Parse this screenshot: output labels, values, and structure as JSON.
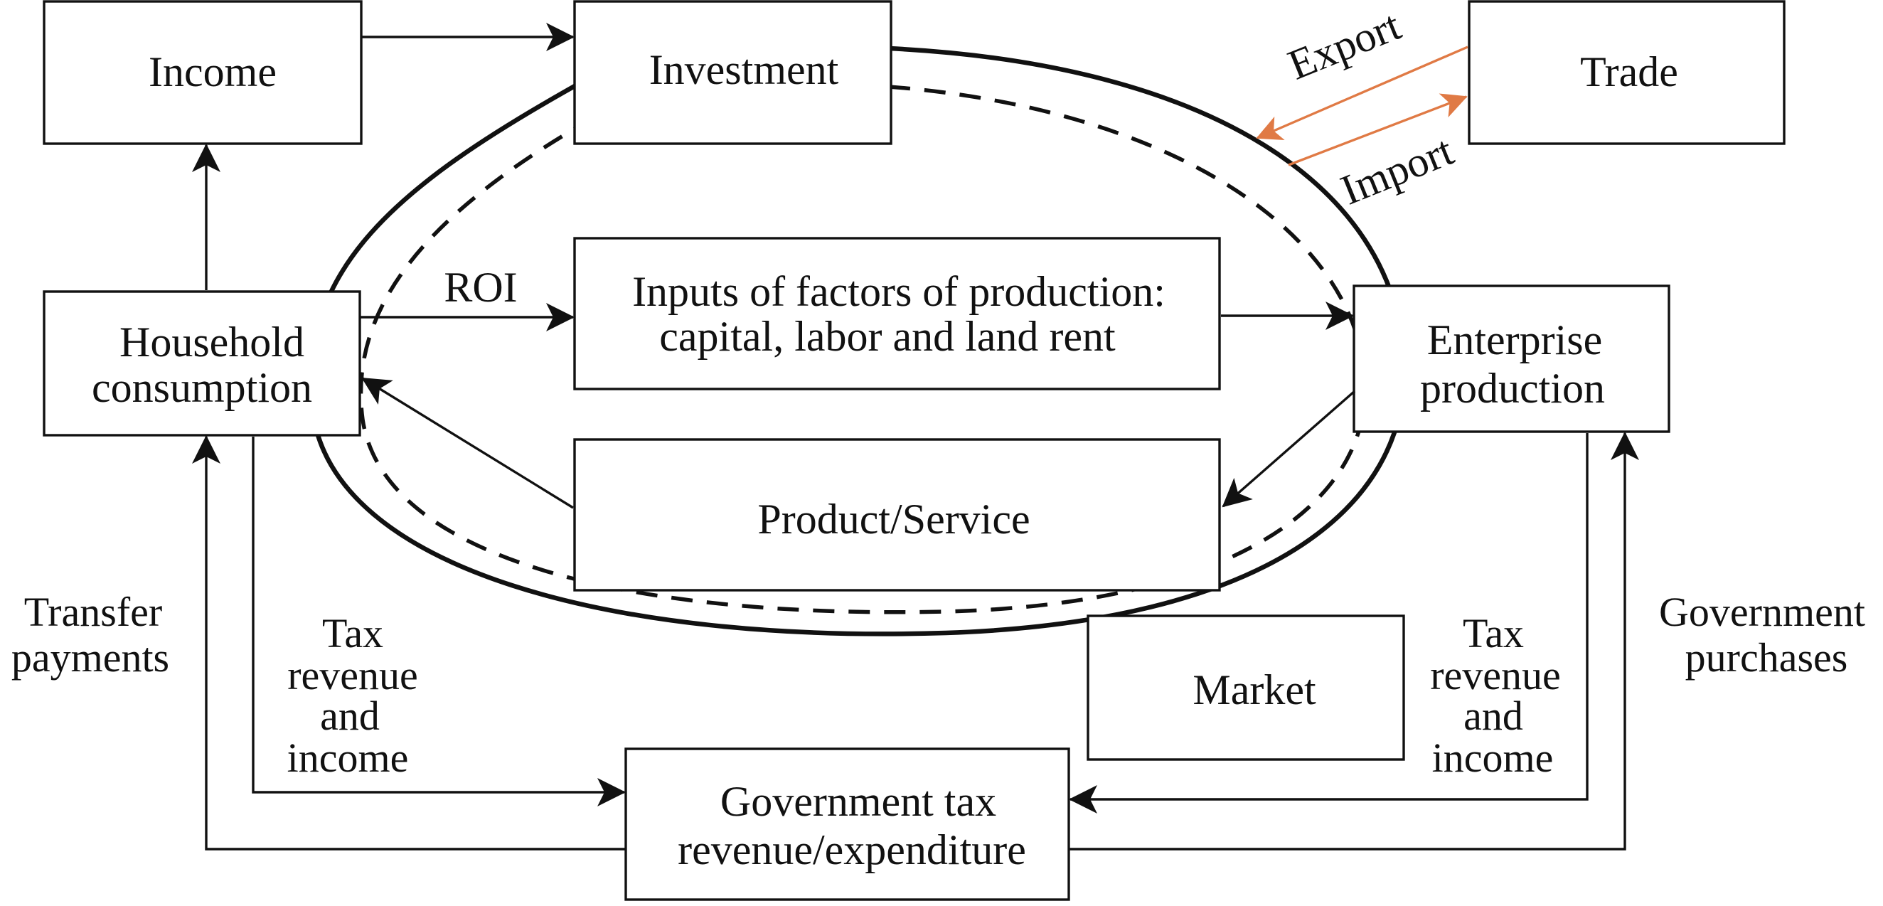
{
  "colors": {
    "line": "#111111",
    "trade_arrow": "#e07a45",
    "background": "#ffffff"
  },
  "nodes": {
    "income": {
      "label": "Income"
    },
    "investment": {
      "label": "Investment"
    },
    "trade": {
      "label": "Trade"
    },
    "household": {
      "lines": [
        "Household",
        "consumption"
      ]
    },
    "factors": {
      "lines": [
        "Inputs of factors of production:",
        "capital, labor and land rent"
      ]
    },
    "enterprise": {
      "lines": [
        "Enterprise",
        "production"
      ]
    },
    "product": {
      "label": "Product/Service"
    },
    "market": {
      "label": "Market"
    },
    "government": {
      "lines": [
        "Government tax",
        "revenue/expenditure"
      ]
    }
  },
  "edge_labels": {
    "export": "Export",
    "import": "Import",
    "roi": "ROI",
    "transfer_payments": [
      "Transfer",
      "payments"
    ],
    "tax_left": [
      "Tax",
      "revenue",
      "and",
      "income"
    ],
    "tax_right": [
      "Tax",
      "revenue",
      "and",
      "income"
    ],
    "government_purchases": [
      "Government",
      "purchases"
    ]
  }
}
